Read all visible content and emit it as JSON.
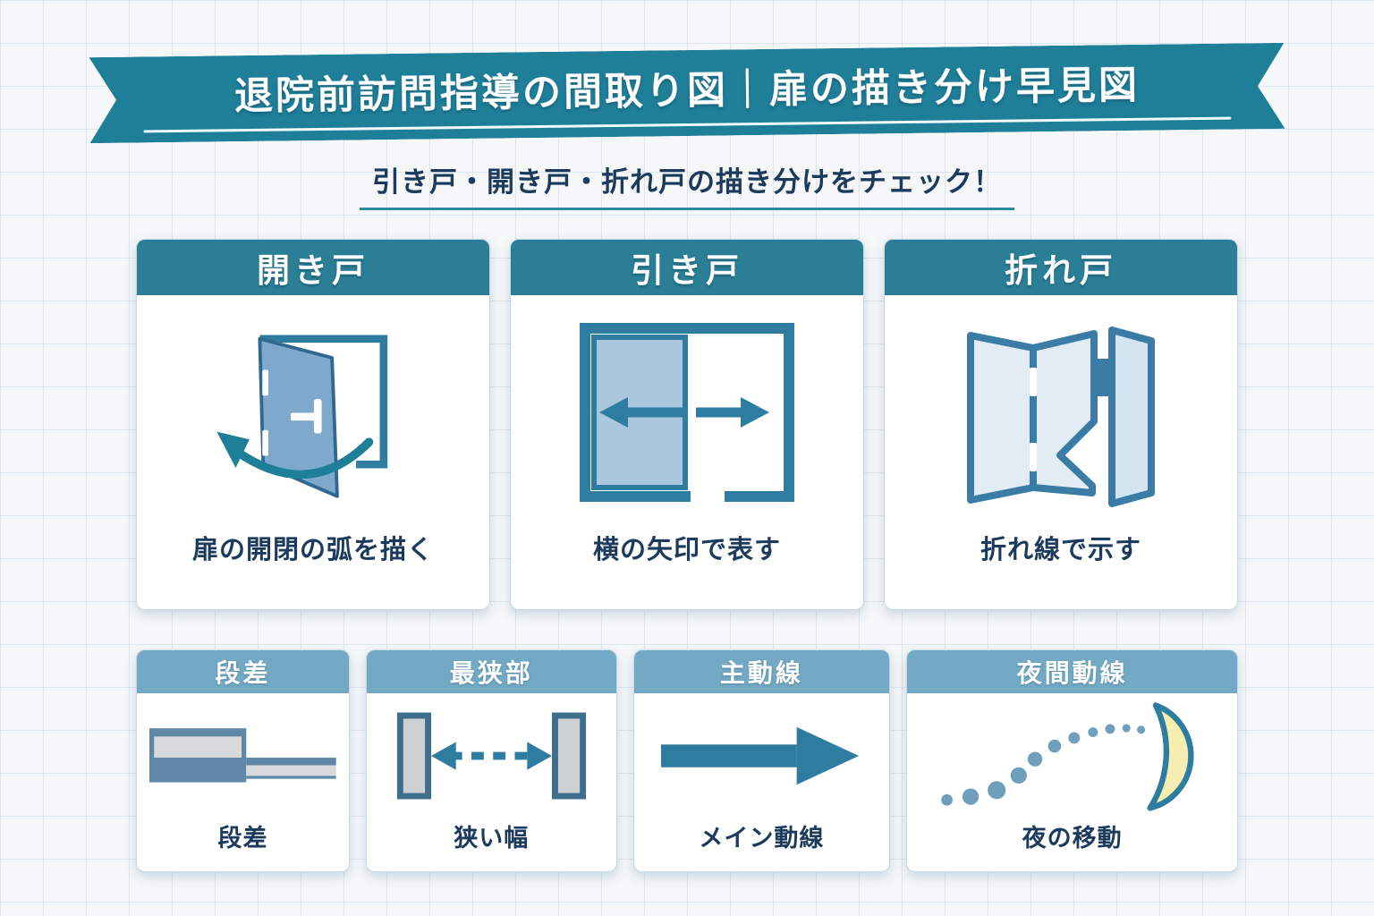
{
  "banner": {
    "title": "退院前訪問指導の間取り図｜扉の描き分け早見図"
  },
  "subtitle": "引き戸・開き戸・折れ戸の描き分けをチェック！",
  "door_cards": [
    {
      "title": "開き戸",
      "caption": "扉の開閉の弧を描く",
      "icon": "hinged-door-icon"
    },
    {
      "title": "引き戸",
      "caption": "横の矢印で表す",
      "icon": "sliding-door-icon"
    },
    {
      "title": "折れ戸",
      "caption": "折れ線で示す",
      "icon": "folding-door-icon"
    }
  ],
  "symbol_cards": [
    {
      "title": "段差",
      "caption": "段差",
      "icon": "step-icon"
    },
    {
      "title": "最狭部",
      "caption": "狭い幅",
      "icon": "narrow-width-icon"
    },
    {
      "title": "主動線",
      "caption": "メイン動線",
      "icon": "main-flow-arrow-icon"
    },
    {
      "title": "夜間動線",
      "caption": "夜の移動",
      "icon": "night-flow-icon"
    }
  ],
  "colors": {
    "banner_teal": "#1f7f99",
    "card_header_teal": "#2a7e96",
    "small_card_header_blue": "#73a9c4",
    "caption_navy": "#1b3a5c",
    "icon_teal": "#2e7da0",
    "door_leaf_blue": "#7fa8cd",
    "sliding_panel_blue": "#aac7e0",
    "folding_panel_blue": "#e2ecf4",
    "step_gray": "#d7d9da",
    "step_blue": "#5e88a6",
    "moon_yellow": "#f6eeb0",
    "background": "#f5f7f9"
  }
}
